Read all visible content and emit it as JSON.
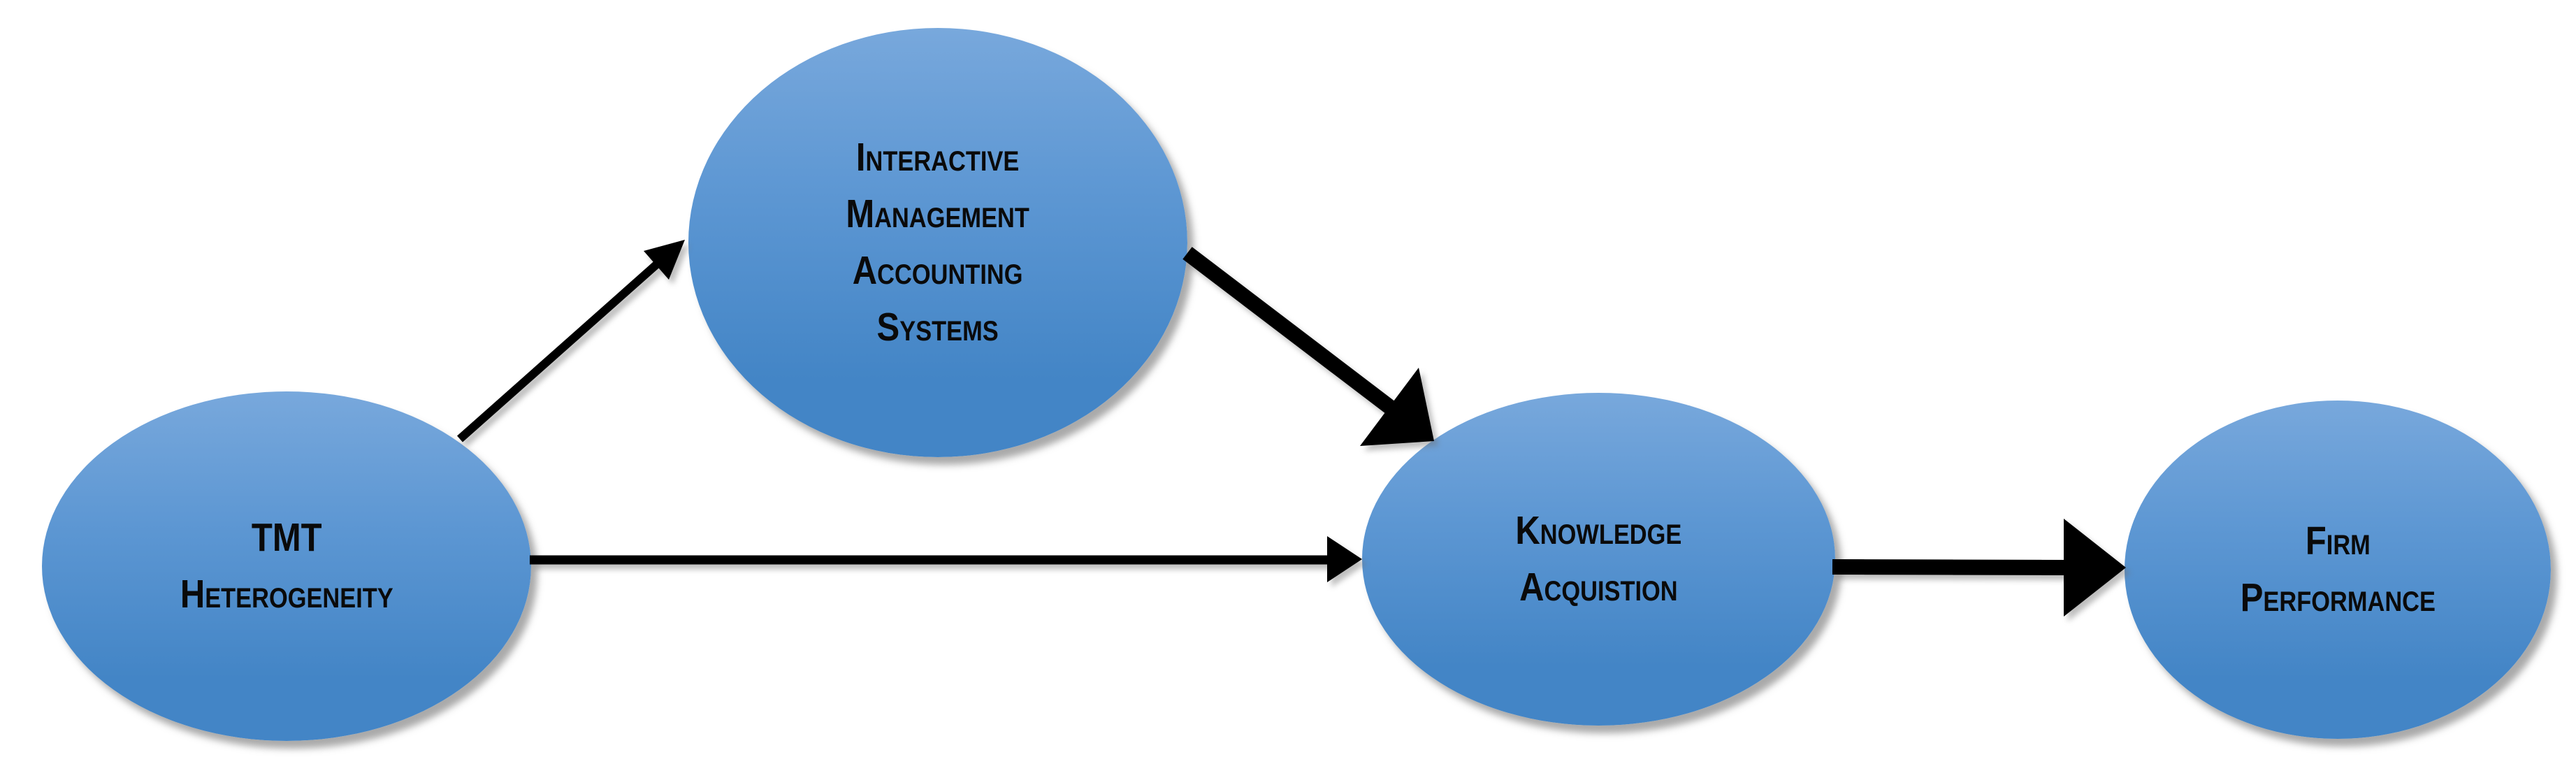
{
  "diagram": {
    "type": "path-model-diagram",
    "background": "#FFFFFF",
    "nodes": [
      {
        "id": "tmt-heterogeneity",
        "label": "TMT Heterogeneity",
        "lines": [
          "TMT",
          "Heterogeneity"
        ],
        "shape": "ellipse"
      },
      {
        "id": "interactive-management-accounting-systems",
        "label": "Interactive Management Accounting Systems",
        "lines": [
          "Interactive",
          "Management",
          "Accounting",
          "Systems"
        ],
        "shape": "ellipse"
      },
      {
        "id": "knowledge-acquistion",
        "label": "Knowledge Acquistion",
        "lines": [
          "Knowledge",
          "Acquistion"
        ],
        "shape": "ellipse"
      },
      {
        "id": "firm-performance",
        "label": "Firm Performance",
        "lines": [
          "Firm",
          "Performance"
        ],
        "shape": "ellipse"
      }
    ],
    "edges": [
      {
        "from": "TMT Heterogeneity",
        "to": "Interactive Management Accounting Systems",
        "style": "thin-arrow"
      },
      {
        "from": "Interactive Management Accounting Systems",
        "to": "Knowledge Acquistion",
        "style": "thick-arrow"
      },
      {
        "from": "TMT Heterogeneity",
        "to": "Knowledge Acquistion",
        "style": "thin-arrow"
      },
      {
        "from": "Knowledge Acquistion",
        "to": "Firm Performance",
        "style": "thick-arrow"
      }
    ],
    "colors": {
      "background": "#FFFFFF",
      "node_fill_top": "#78A8DC",
      "node_fill_mid": "#5D97D3",
      "node_fill_bottom": "#4385C6",
      "node_text": "#0A0A0A",
      "arrow": "#000000"
    }
  }
}
